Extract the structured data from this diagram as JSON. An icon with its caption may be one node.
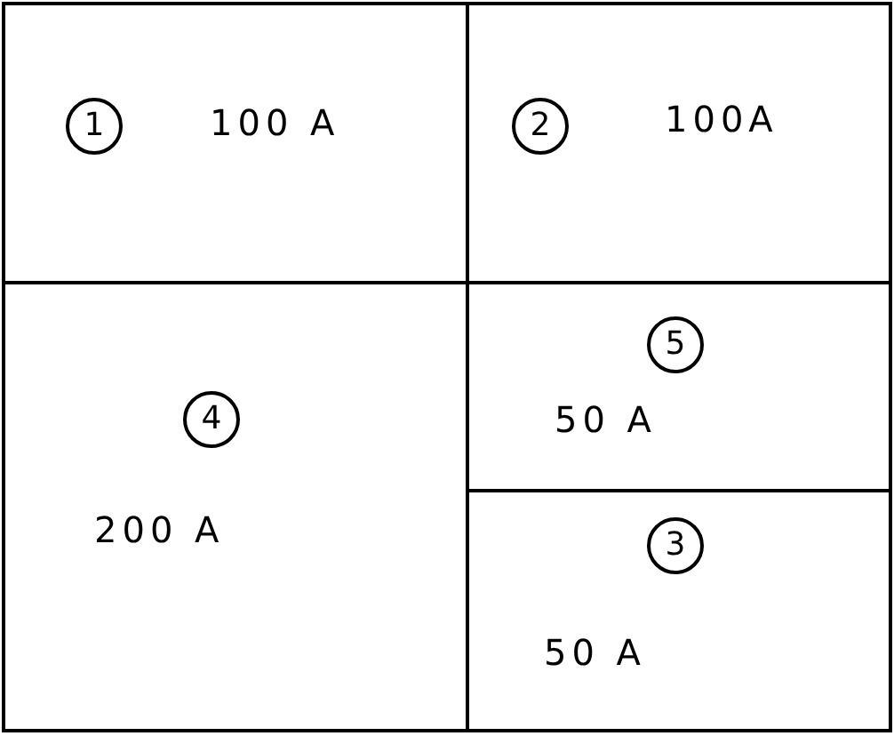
{
  "diagram": {
    "nodes": [
      {
        "text": [
          "1",
          "100 A"
        ]
      },
      {
        "text": [
          "2",
          "100A"
        ]
      },
      {
        "text": [
          "4",
          "200 A"
        ]
      },
      {
        "text": [
          "5",
          "50 A"
        ]
      },
      {
        "text": [
          "3",
          "50 A"
        ]
      }
    ]
  }
}
